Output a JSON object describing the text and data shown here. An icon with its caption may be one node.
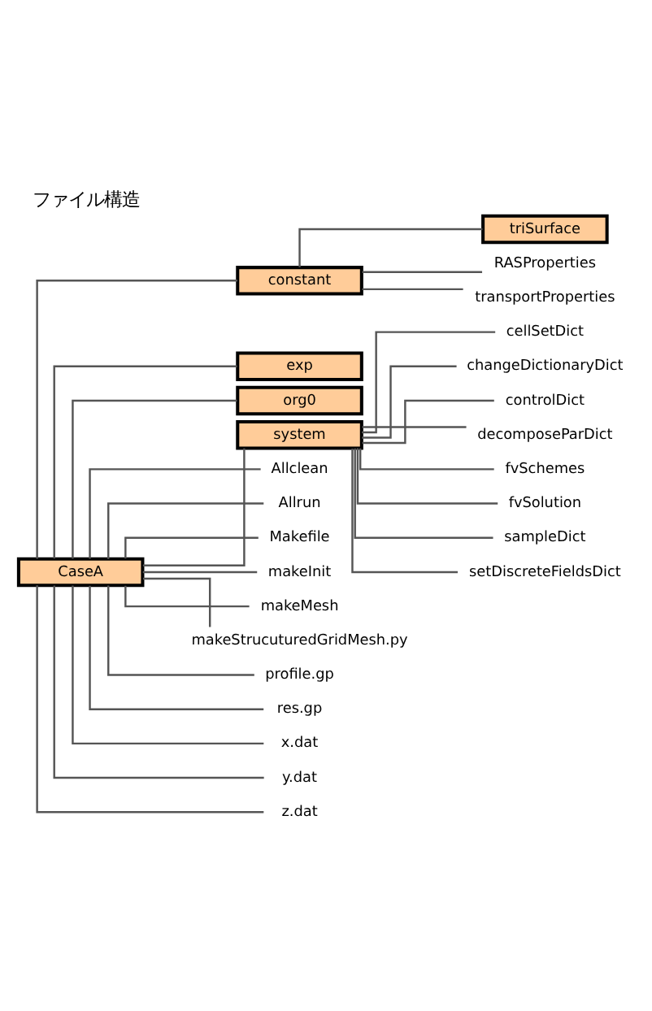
{
  "diagram": {
    "title": "ファイル構造",
    "nodes": [
      {
        "text": [
          "CaseA"
        ]
      },
      {
        "text": [
          "constant"
        ]
      },
      {
        "text": [
          "triSurface"
        ]
      },
      {
        "text": [
          "RASProperties"
        ]
      },
      {
        "text": [
          "transportProperties"
        ]
      },
      {
        "text": [
          "exp"
        ]
      },
      {
        "text": [
          "org0"
        ]
      },
      {
        "text": [
          "system"
        ]
      },
      {
        "text": [
          "cellSetDict"
        ]
      },
      {
        "text": [
          "changeDictionaryDict"
        ]
      },
      {
        "text": [
          "controlDict"
        ]
      },
      {
        "text": [
          "decomposeParDict"
        ]
      },
      {
        "text": [
          "fvSchemes"
        ]
      },
      {
        "text": [
          "fvSolution"
        ]
      },
      {
        "text": [
          "sampleDict"
        ]
      },
      {
        "text": [
          "setDiscreteFieldsDict"
        ]
      },
      {
        "text": [
          "Allclean"
        ]
      },
      {
        "text": [
          "Allrun"
        ]
      },
      {
        "text": [
          "Makefile"
        ]
      },
      {
        "text": [
          "makeInit"
        ]
      },
      {
        "text": [
          "makeMesh"
        ]
      },
      {
        "text": [
          "makeStrucuturedGridMesh.py"
        ]
      },
      {
        "text": [
          "profile.gp"
        ]
      },
      {
        "text": [
          "res.gp"
        ]
      },
      {
        "text": [
          "x.dat"
        ]
      },
      {
        "text": [
          "y.dat"
        ]
      },
      {
        "text": [
          "z.dat"
        ]
      }
    ],
    "edges": [
      {
        "from": 0,
        "to": 1,
        "arrow": "none"
      },
      {
        "from": 1,
        "to": 2,
        "arrow": "none"
      },
      {
        "from": 1,
        "to": 3,
        "arrow": "none"
      },
      {
        "from": 1,
        "to": 4,
        "arrow": "none"
      },
      {
        "from": 0,
        "to": 5,
        "arrow": "none"
      },
      {
        "from": 0,
        "to": 6,
        "arrow": "none"
      },
      {
        "from": 0,
        "to": 7,
        "arrow": "none"
      },
      {
        "from": 7,
        "to": 8,
        "arrow": "none"
      },
      {
        "from": 7,
        "to": 9,
        "arrow": "none"
      },
      {
        "from": 7,
        "to": 10,
        "arrow": "none"
      },
      {
        "from": 7,
        "to": 11,
        "arrow": "none"
      },
      {
        "from": 7,
        "to": 12,
        "arrow": "none"
      },
      {
        "from": 7,
        "to": 13,
        "arrow": "none"
      },
      {
        "from": 7,
        "to": 14,
        "arrow": "none"
      },
      {
        "from": 7,
        "to": 15,
        "arrow": "none"
      },
      {
        "from": 0,
        "to": 16,
        "arrow": "none"
      },
      {
        "from": 0,
        "to": 17,
        "arrow": "none"
      },
      {
        "from": 0,
        "to": 18,
        "arrow": "none"
      },
      {
        "from": 0,
        "to": 19,
        "arrow": "none"
      },
      {
        "from": 0,
        "to": 20,
        "arrow": "none"
      },
      {
        "from": 0,
        "to": 21,
        "arrow": "none"
      },
      {
        "from": 0,
        "to": 22,
        "arrow": "none"
      },
      {
        "from": 0,
        "to": 23,
        "arrow": "none"
      },
      {
        "from": 0,
        "to": 24,
        "arrow": "none"
      },
      {
        "from": 0,
        "to": 25,
        "arrow": "none"
      },
      {
        "from": 0,
        "to": 26,
        "arrow": "none"
      }
    ]
  }
}
